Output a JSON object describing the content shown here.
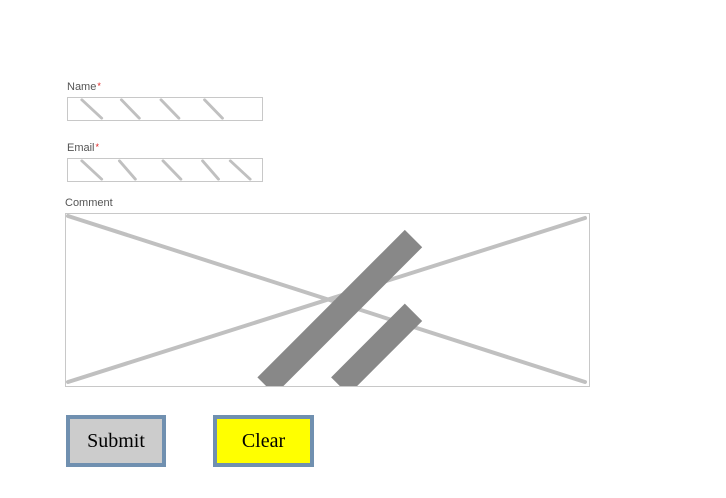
{
  "form": {
    "name_label": "Name",
    "email_label": "Email",
    "comment_label": "Comment",
    "required_marker": "*",
    "name_value": "",
    "email_value": "",
    "comment_value": ""
  },
  "buttons": {
    "submit_label": "Submit",
    "clear_label": "Clear"
  },
  "colors": {
    "submit_bg": "#cccccc",
    "clear_bg": "#ffff00",
    "button_border": "#7090b0",
    "field_border": "#c8c8c8",
    "placeholder_mark": "#c0c0c0",
    "required": "#e02020"
  }
}
